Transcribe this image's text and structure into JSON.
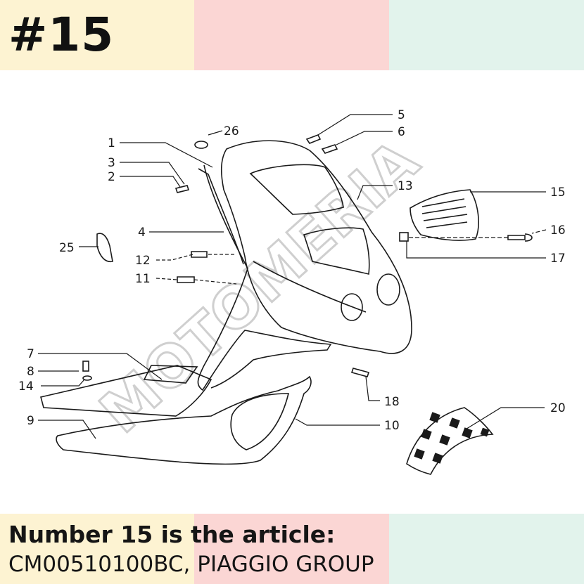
{
  "header": {
    "title": "#15"
  },
  "colors": {
    "band_yellow": "#fdf3d2",
    "band_pink": "#fbd6d4",
    "band_mint": "#e2f3ec",
    "line": "#1a1a1a"
  },
  "diagram": {
    "callouts": {
      "n1": "1",
      "n2": "2",
      "n3": "3",
      "n4": "4",
      "n5": "5",
      "n6": "6",
      "n7": "7",
      "n8": "8",
      "n9": "9",
      "n10": "10",
      "n11": "11",
      "n12": "12",
      "n13": "13",
      "n14": "14",
      "n15": "15",
      "n16": "16",
      "n17": "17",
      "n18": "18",
      "n20": "20",
      "n25": "25",
      "n26": "26"
    },
    "watermark": "MOTOMERIA"
  },
  "caption": {
    "heading": "Number 15 is the article:",
    "body": "CM00510100BC, PIAGGIO GROUP"
  }
}
